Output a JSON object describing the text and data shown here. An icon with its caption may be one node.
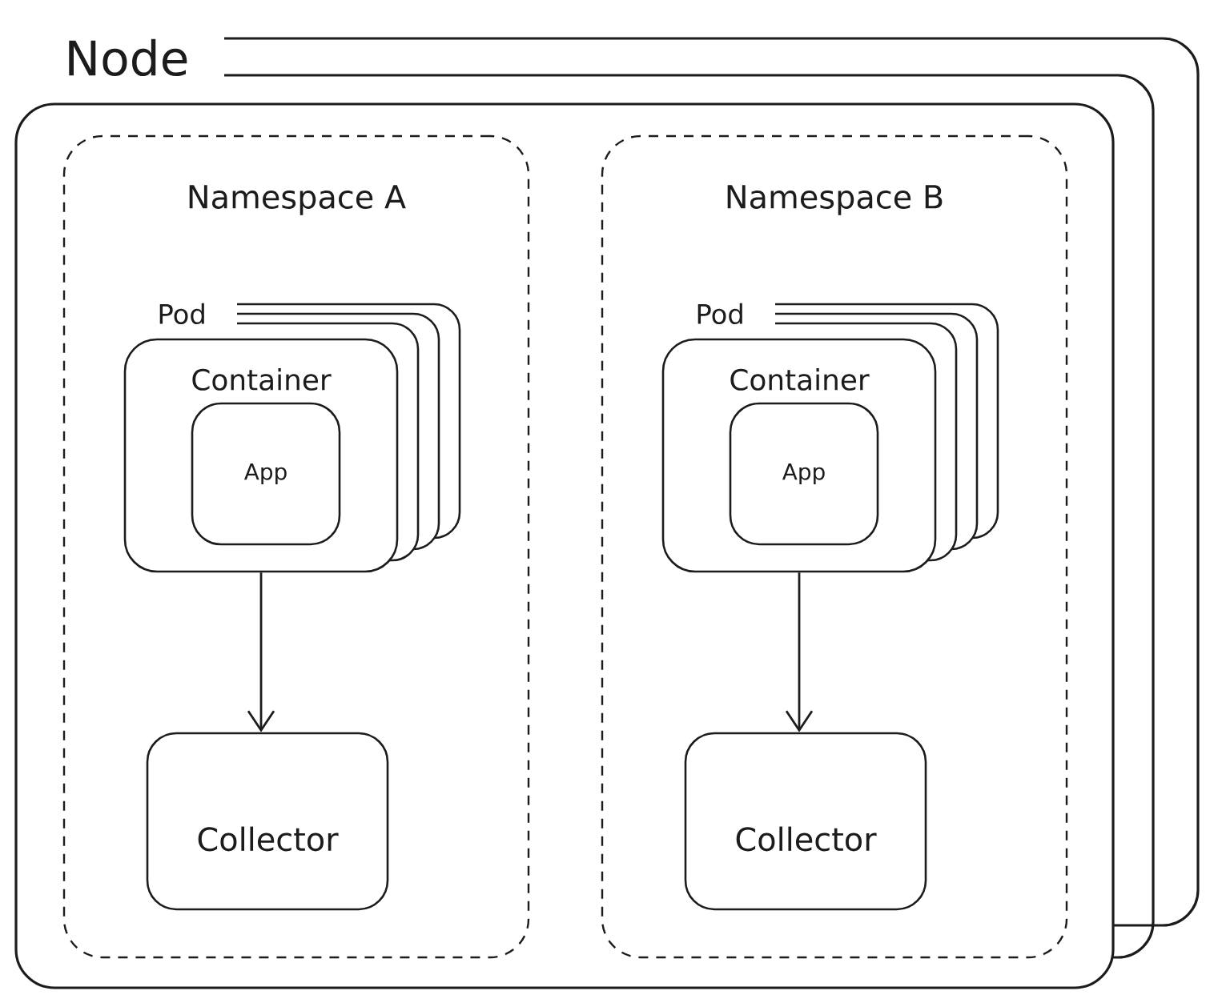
{
  "diagram": {
    "nodes": [
      {
        "text": [
          "Node"
        ]
      },
      {
        "text": [
          "Namespace A"
        ],
        "in": 0
      },
      {
        "text": [
          "Pod",
          "Container"
        ],
        "in": 1
      },
      {
        "text": [
          "App"
        ],
        "in": 2
      },
      {
        "text": [
          "Collector"
        ],
        "in": 1
      },
      {
        "text": [
          "Namespace B"
        ],
        "in": 0
      },
      {
        "text": [
          "Pod",
          "Container"
        ],
        "in": 5
      },
      {
        "text": [
          "App"
        ],
        "in": 6
      },
      {
        "text": [
          "Collector"
        ],
        "in": 5
      }
    ],
    "edges": [
      {
        "from": 2,
        "to": 4,
        "arrow": "to"
      },
      {
        "from": 6,
        "to": 8,
        "arrow": "to"
      }
    ]
  }
}
